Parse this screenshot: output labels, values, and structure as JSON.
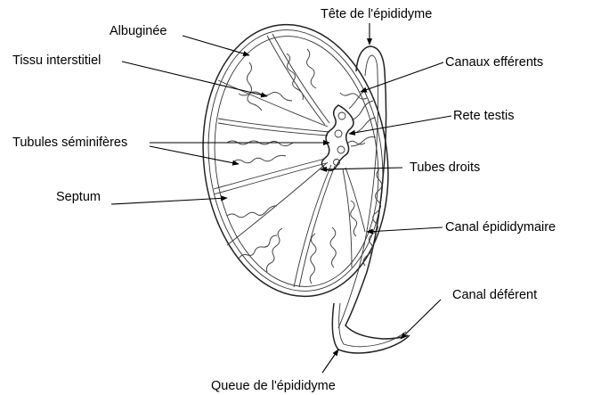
{
  "labels": {
    "albuginee": "Albuginée",
    "tete": "Tête de l'épididyme",
    "tissu": "Tissu interstitiel",
    "canaux": "Canaux efférents",
    "rete": "Rete testis",
    "tubules": "Tubules séminifères",
    "tubes_droits": "Tubes droits",
    "septum": "Septum",
    "canal_epi": "Canal épididymaire",
    "canal_def": "Canal déférent",
    "queue": "Queue de l'épididyme"
  }
}
